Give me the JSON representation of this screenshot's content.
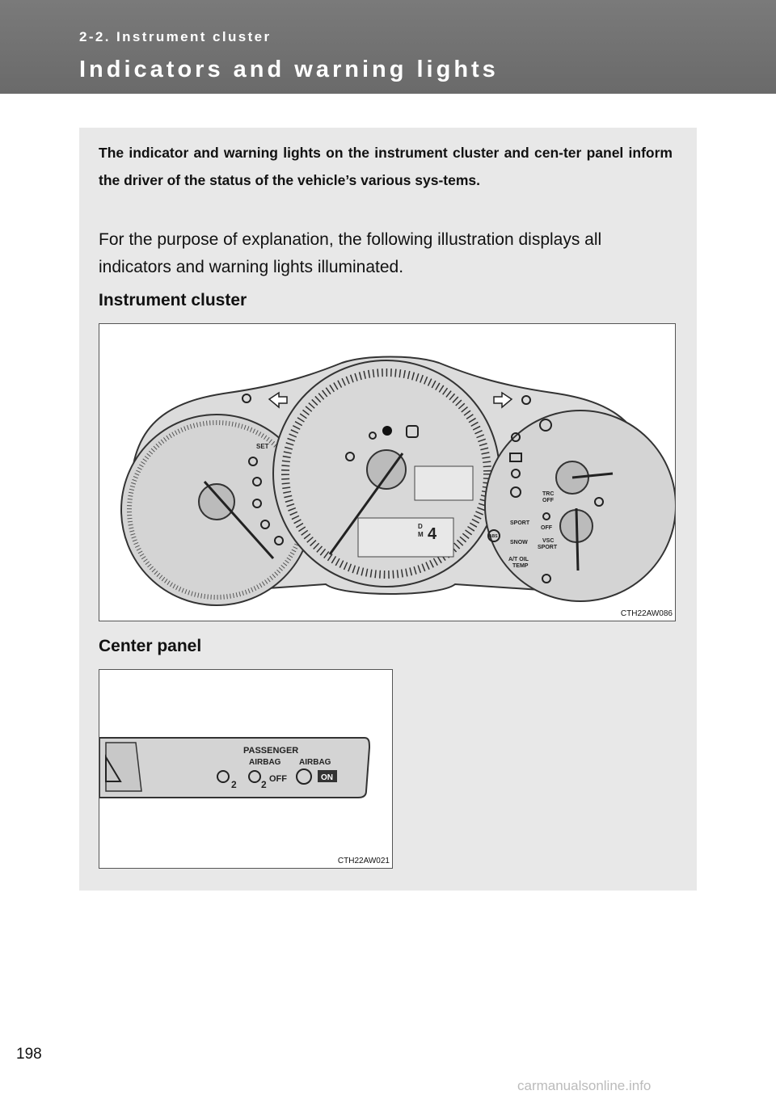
{
  "header": {
    "section": "2-2. Instrument cluster",
    "title": "Indicators and warning lights"
  },
  "intro": "The indicator and warning lights on the instrument cluster and cen-ter panel inform the driver of the status of the vehicle’s various sys-tems.",
  "explanation": "For the purpose of explanation, the following illustration displays all indicators and warning lights illuminated.",
  "figure_cluster": {
    "heading": "Instrument cluster",
    "code": "CTH22AW086",
    "labels": {
      "set": "SET",
      "trc_off": [
        "TRC",
        "OFF"
      ],
      "sport": "SPORT",
      "off": "OFF",
      "snow": "SNOW",
      "vsc_sport": [
        "VSC",
        "SPORT"
      ],
      "at_oil_temp": [
        "A/T OIL",
        "TEMP"
      ],
      "gear_d": "D",
      "gear_m": "M",
      "gear_digit": "4",
      "abs": "ABS"
    }
  },
  "figure_center": {
    "heading": "Center panel",
    "code": "CTH22AW021",
    "labels": {
      "passenger": "PASSENGER",
      "airbag_left": "AIRBAG",
      "airbag_right": "AIRBAG",
      "seat_count_1": "2",
      "seat_count_2": "2",
      "off": "OFF",
      "on": "ON"
    }
  },
  "page_number": "198",
  "watermark": "carmanualsonline.info"
}
